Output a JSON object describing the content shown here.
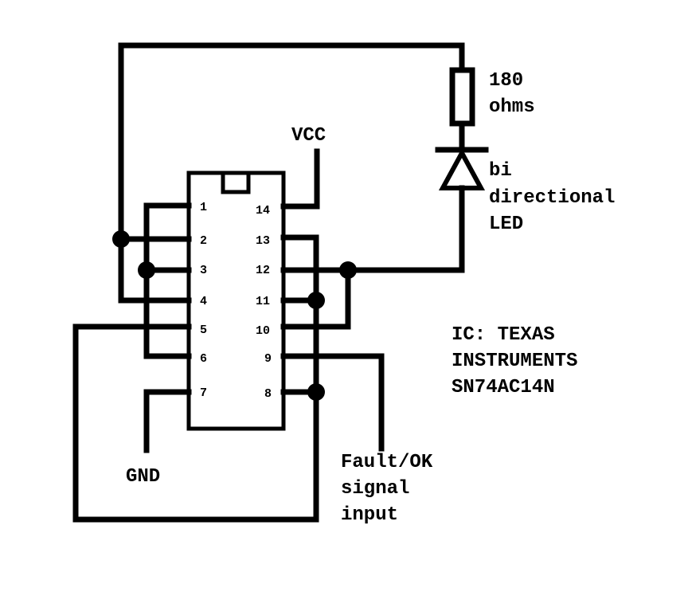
{
  "labels": {
    "vcc": "VCC",
    "gnd": "GND",
    "resistor_line1": "180",
    "resistor_line2": "ohms",
    "led_line1": "bi",
    "led_line2": "directional",
    "led_line3": "LED",
    "ic_line1": "IC: TEXAS",
    "ic_line2": "INSTRUMENTS",
    "ic_line3": "SN74AC14N",
    "input_line1": "Fault/OK",
    "input_line2": "signal",
    "input_line3": "input"
  },
  "pins": {
    "p1": "1",
    "p2": "2",
    "p3": "3",
    "p4": "4",
    "p5": "5",
    "p6": "6",
    "p7": "7",
    "p8": "8",
    "p9": "9",
    "p10": "10",
    "p11": "11",
    "p12": "12",
    "p13": "13",
    "p14": "14"
  },
  "colors": {
    "ink": "#000000",
    "background": "#ffffff"
  }
}
